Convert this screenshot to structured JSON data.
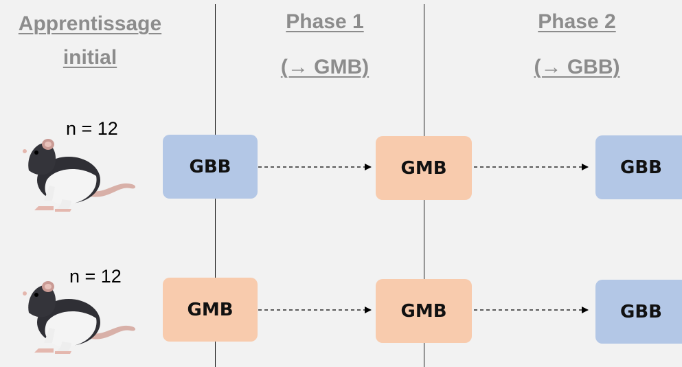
{
  "headers": {
    "initial": {
      "line1": "Apprentissage",
      "line2": "initial"
    },
    "phase1": {
      "line1": "Phase 1",
      "line2": "(→ GMB)"
    },
    "phase2": {
      "line1": "Phase 2",
      "line2": "(→ GBB)"
    }
  },
  "groups": [
    {
      "count": "n = 12",
      "boxes": [
        {
          "label": "GBB",
          "color": "#b3c7e6"
        },
        {
          "label": "GMB",
          "color": "#f8cbad"
        },
        {
          "label": "GBB",
          "color": "#b3c7e6"
        }
      ]
    },
    {
      "count": "n = 12",
      "boxes": [
        {
          "label": "GMB",
          "color": "#f8cbad"
        },
        {
          "label": "GMB",
          "color": "#f8cbad"
        },
        {
          "label": "GBB",
          "color": "#b3c7e6"
        }
      ]
    }
  ],
  "icons": {
    "subject": "rat-icon"
  },
  "colors": {
    "gbb": "#b3c7e6",
    "gmb": "#f8cbad",
    "header_text": "#8c8c8c",
    "background": "#f2f2f2"
  }
}
